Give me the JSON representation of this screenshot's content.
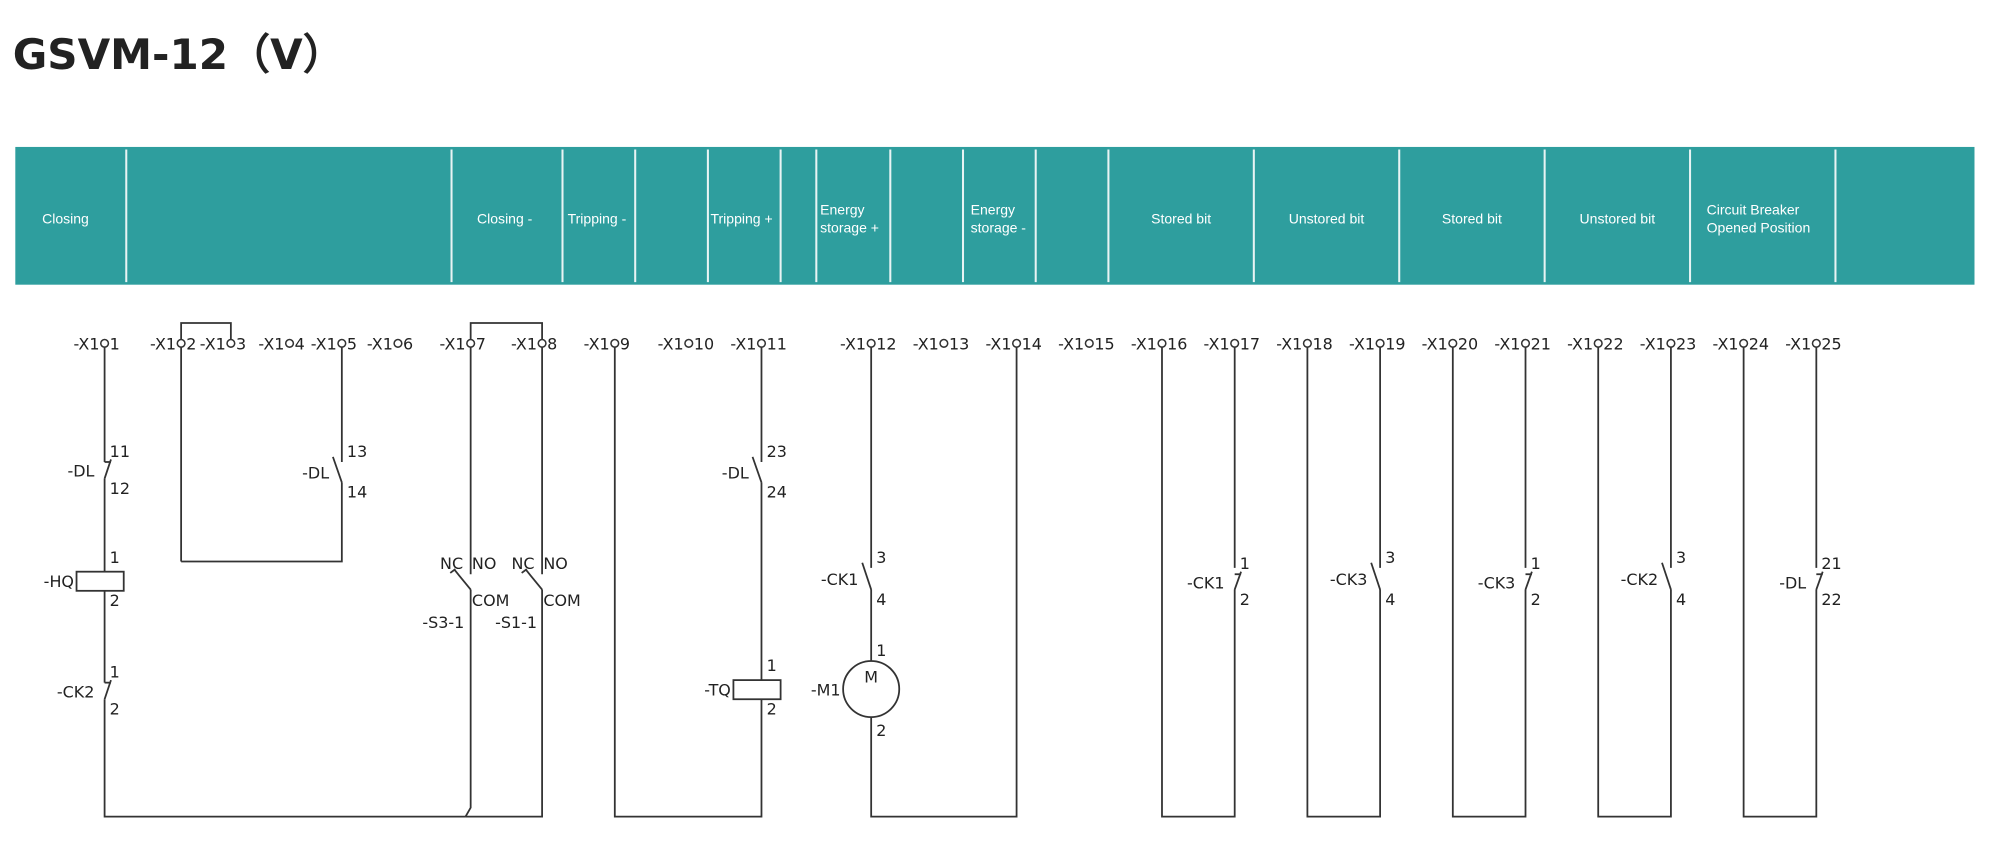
{
  "title": "GSVM-12（V）",
  "header": {
    "color": "#2e9e9e",
    "columns": [
      {
        "lines": [
          "Closing"
        ]
      },
      {
        "lines": [
          "Closing -"
        ]
      },
      {
        "lines": [
          "Tripping -"
        ]
      },
      {
        "lines": [
          "Tripping +"
        ]
      },
      {
        "lines": [
          "Energy",
          "storage +"
        ]
      },
      {
        "lines": [
          "Energy",
          "storage -"
        ]
      },
      {
        "lines": [
          "Stored bit"
        ]
      },
      {
        "lines": [
          "Unstored bit"
        ]
      },
      {
        "lines": [
          "Stored bit"
        ]
      },
      {
        "lines": [
          "Unstored bit"
        ]
      },
      {
        "lines": [
          "Circuit Breaker",
          "Opened Position"
        ]
      }
    ]
  },
  "terminals": {
    "prefix": "-X1",
    "numbers": [
      "1",
      "2",
      "3",
      "4",
      "5",
      "6",
      "7",
      "8",
      "9",
      "10",
      "11",
      "12",
      "13",
      "14",
      "15",
      "16",
      "17",
      "18",
      "19",
      "20",
      "21",
      "22",
      "23",
      "24",
      "25"
    ]
  },
  "components": [
    {
      "label": "-DL",
      "pins": [
        "11",
        "12"
      ]
    },
    {
      "label": "-HQ",
      "pins": [
        "1",
        "2"
      ]
    },
    {
      "label": "-CK2",
      "pins": [
        "1",
        "2"
      ]
    },
    {
      "label": "-DL",
      "pins": [
        "13",
        "14"
      ]
    },
    {
      "label": "-S3-1",
      "pins": [
        "NC",
        "NO",
        "COM"
      ]
    },
    {
      "label": "-S1-1",
      "pins": [
        "NC",
        "NO",
        "COM"
      ]
    },
    {
      "label": "-DL",
      "pins": [
        "23",
        "24"
      ]
    },
    {
      "label": "-TQ",
      "pins": [
        "1",
        "2"
      ]
    },
    {
      "label": "-CK1",
      "pins": [
        "3",
        "4"
      ]
    },
    {
      "label": "-M1",
      "pins": [
        "1",
        "2"
      ],
      "symbol": "M"
    },
    {
      "label": "-CK1",
      "pins": [
        "1",
        "2"
      ]
    },
    {
      "label": "-CK3",
      "pins": [
        "3",
        "4"
      ]
    },
    {
      "label": "-CK3",
      "pins": [
        "1",
        "2"
      ]
    },
    {
      "label": "-CK2",
      "pins": [
        "3",
        "4"
      ]
    },
    {
      "label": "-DL",
      "pins": [
        "21",
        "22"
      ]
    }
  ]
}
